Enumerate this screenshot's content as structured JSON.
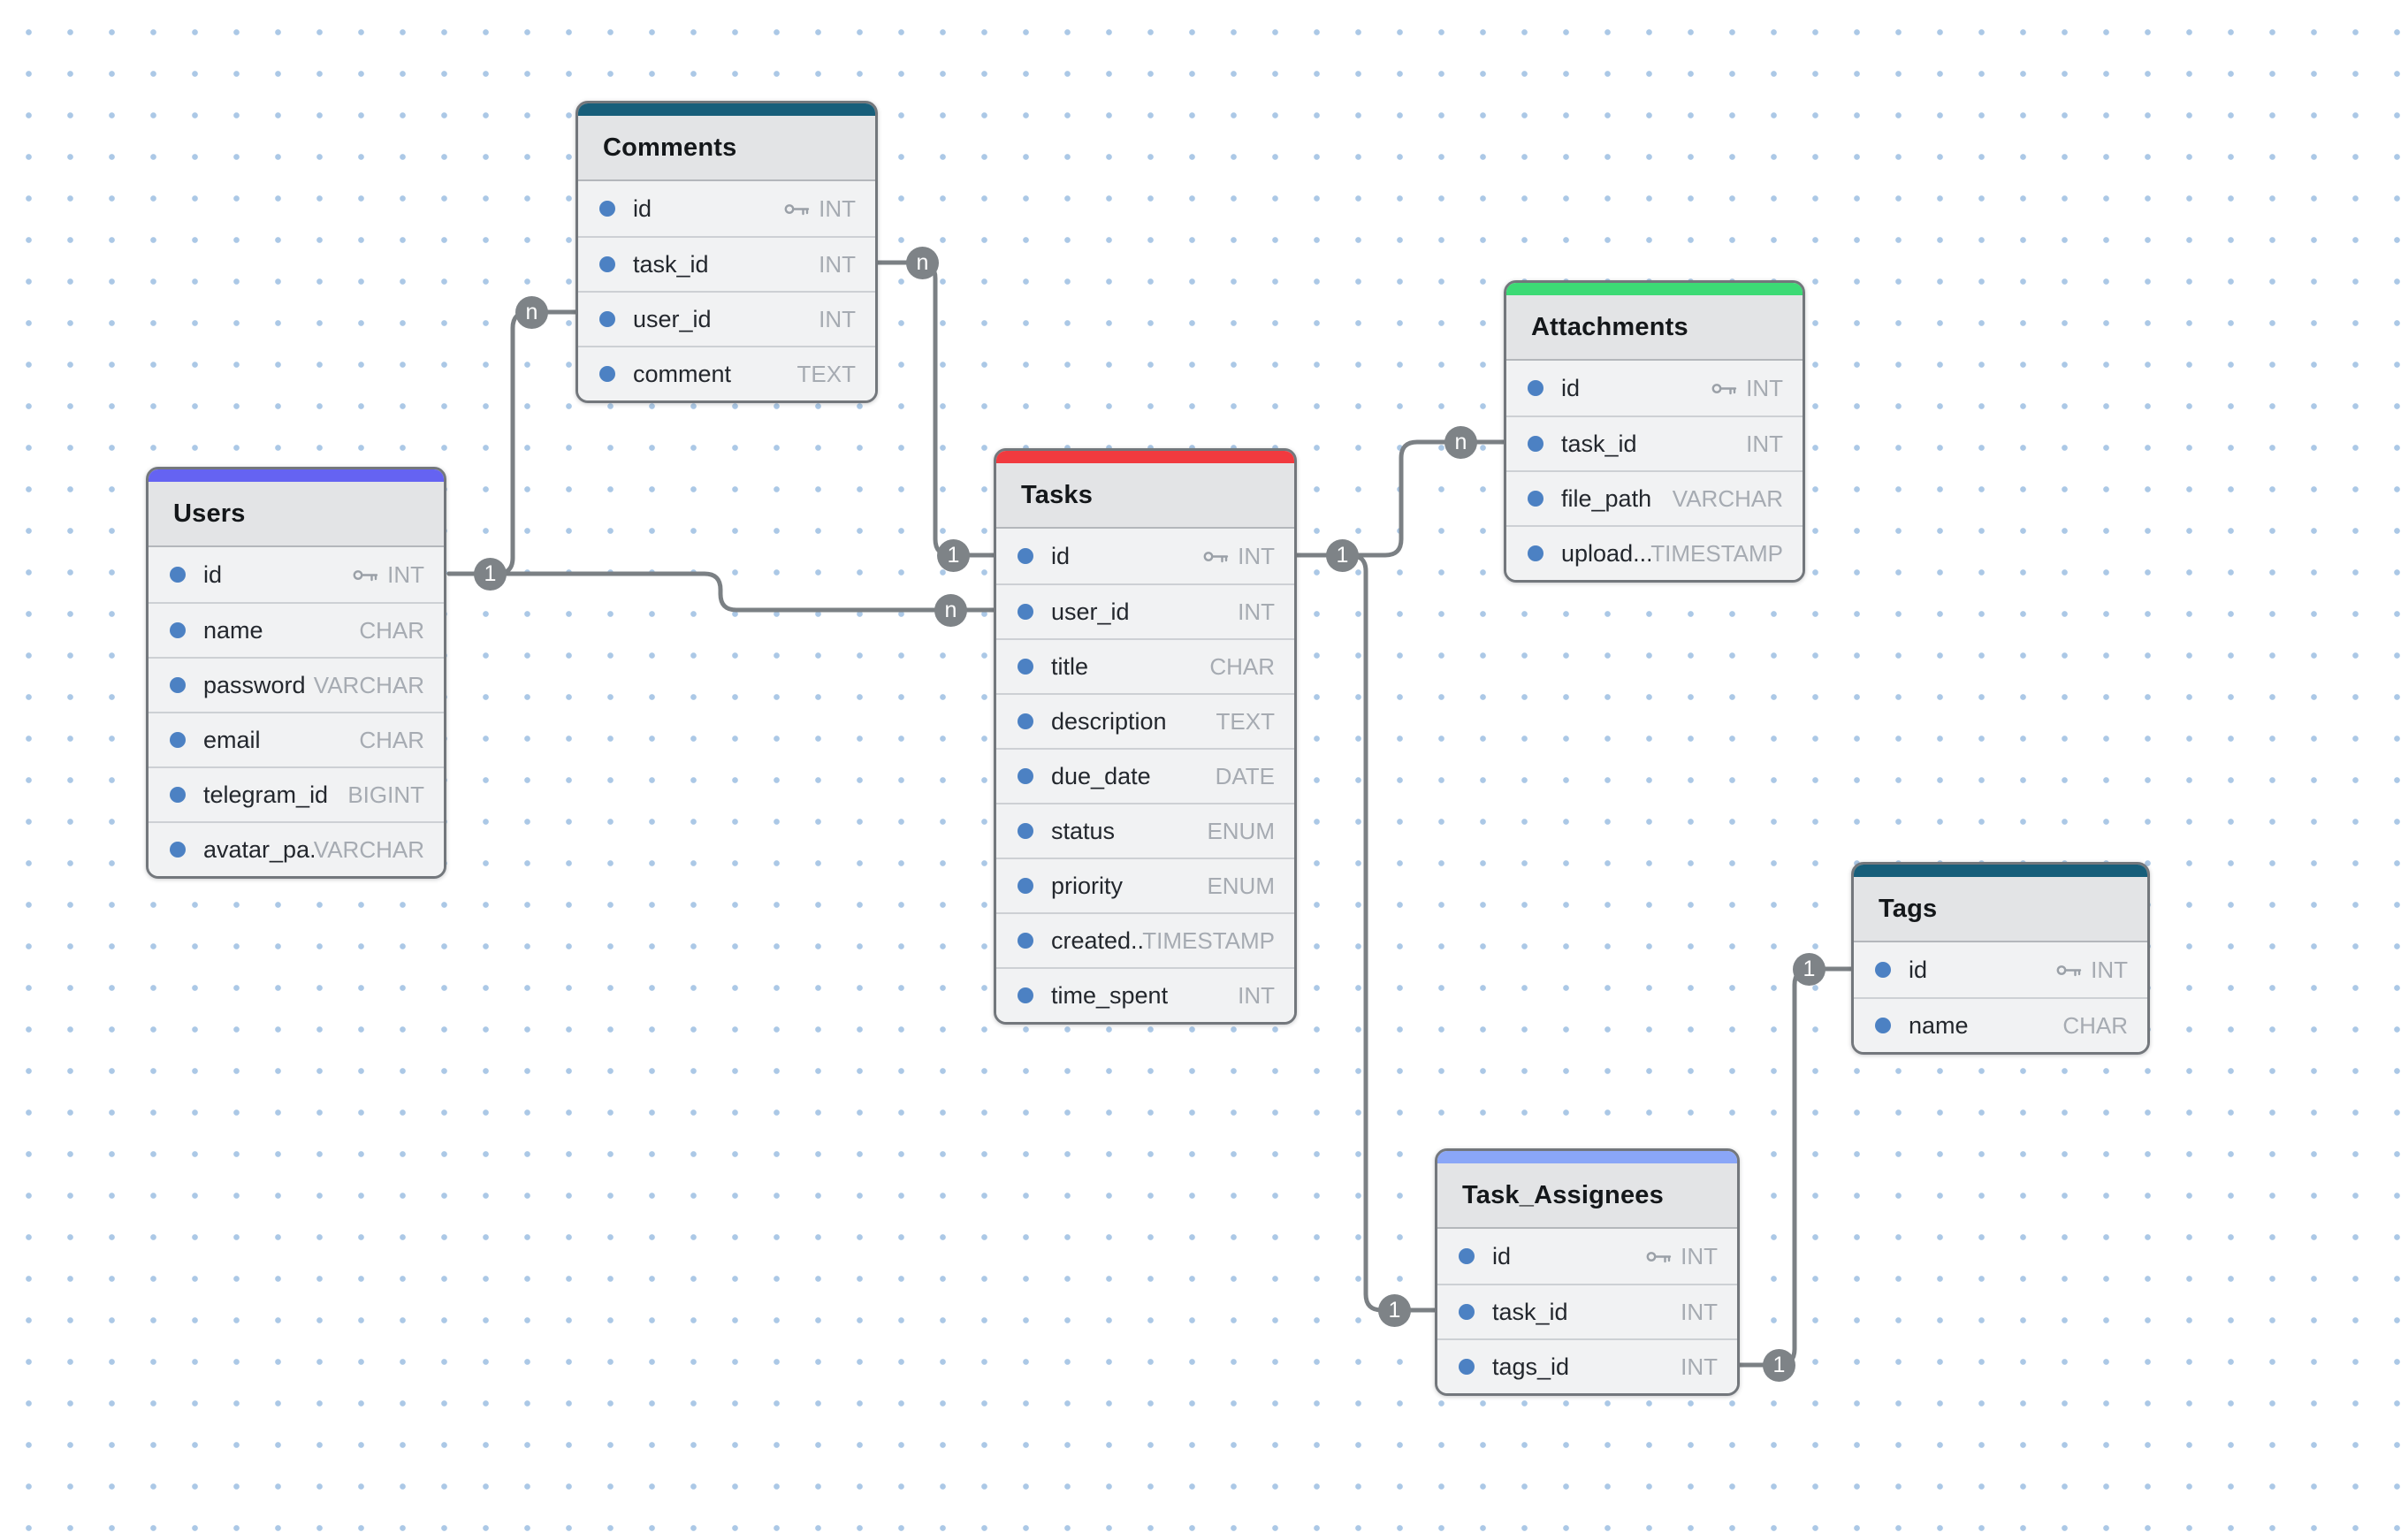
{
  "app": {
    "view": "er-diagram"
  },
  "canvas": {
    "background_color": "#ffffff",
    "grid_dot_color": "#abc8e6",
    "connector_line_color": "#7b8084",
    "badge_color": "#7e8387"
  },
  "tables": [
    {
      "name": "Comments",
      "accent_color": "#175e7a",
      "fields": [
        {
          "name": "id",
          "type": "INT",
          "primary_key": true
        },
        {
          "name": "task_id",
          "type": "INT",
          "primary_key": false
        },
        {
          "name": "user_id",
          "type": "INT",
          "primary_key": false
        },
        {
          "name": "comment",
          "type": "TEXT",
          "primary_key": false
        }
      ]
    },
    {
      "name": "Users",
      "accent_color": "#6563f2",
      "fields": [
        {
          "name": "id",
          "type": "INT",
          "primary_key": true
        },
        {
          "name": "name",
          "type": "CHAR",
          "primary_key": false
        },
        {
          "name": "password",
          "type": "VARCHAR",
          "primary_key": false
        },
        {
          "name": "email",
          "type": "CHAR",
          "primary_key": false
        },
        {
          "name": "telegram_id",
          "type": "BIGINT",
          "primary_key": false
        },
        {
          "name": "avatar_pa...",
          "type": "VARCHAR",
          "primary_key": false
        }
      ]
    },
    {
      "name": "Tasks",
      "accent_color": "#f13a3f",
      "fields": [
        {
          "name": "id",
          "type": "INT",
          "primary_key": true
        },
        {
          "name": "user_id",
          "type": "INT",
          "primary_key": false
        },
        {
          "name": "title",
          "type": "CHAR",
          "primary_key": false
        },
        {
          "name": "description",
          "type": "TEXT",
          "primary_key": false
        },
        {
          "name": "due_date",
          "type": "DATE",
          "primary_key": false
        },
        {
          "name": "status",
          "type": "ENUM",
          "primary_key": false
        },
        {
          "name": "priority",
          "type": "ENUM",
          "primary_key": false
        },
        {
          "name": "created...",
          "type": "TIMESTAMP",
          "primary_key": false
        },
        {
          "name": "time_spent",
          "type": "INT",
          "primary_key": false
        }
      ]
    },
    {
      "name": "Attachments",
      "accent_color": "#3cda75",
      "fields": [
        {
          "name": "id",
          "type": "INT",
          "primary_key": true
        },
        {
          "name": "task_id",
          "type": "INT",
          "primary_key": false
        },
        {
          "name": "file_path",
          "type": "VARCHAR",
          "primary_key": false
        },
        {
          "name": "upload...",
          "type": "TIMESTAMP",
          "primary_key": false
        }
      ]
    },
    {
      "name": "Tags",
      "accent_color": "#175e7a",
      "fields": [
        {
          "name": "id",
          "type": "INT",
          "primary_key": true
        },
        {
          "name": "name",
          "type": "CHAR",
          "primary_key": false
        }
      ]
    },
    {
      "name": "Task_Assignees",
      "accent_color": "#8aa6f7",
      "fields": [
        {
          "name": "id",
          "type": "INT",
          "primary_key": true
        },
        {
          "name": "task_id",
          "type": "INT",
          "primary_key": false
        },
        {
          "name": "tags_id",
          "type": "INT",
          "primary_key": false
        }
      ]
    }
  ],
  "relationships": [
    {
      "from": "Users.id",
      "to": "Comments.user_id",
      "from_label": "1",
      "to_label": "n"
    },
    {
      "from": "Users.id",
      "to": "Tasks.user_id",
      "from_label": "1",
      "to_label": "n"
    },
    {
      "from": "Tasks.id",
      "to": "Comments.task_id",
      "from_label": "1",
      "to_label": "n"
    },
    {
      "from": "Tasks.id",
      "to": "Attachments.task_id",
      "from_label": "1",
      "to_label": "n"
    },
    {
      "from": "Tasks.id",
      "to": "Task_Assignees.task_id",
      "from_label": "1",
      "to_label": "1"
    },
    {
      "from": "Tags.id",
      "to": "Task_Assignees.tags_id",
      "from_label": "1",
      "to_label": "1"
    }
  ]
}
